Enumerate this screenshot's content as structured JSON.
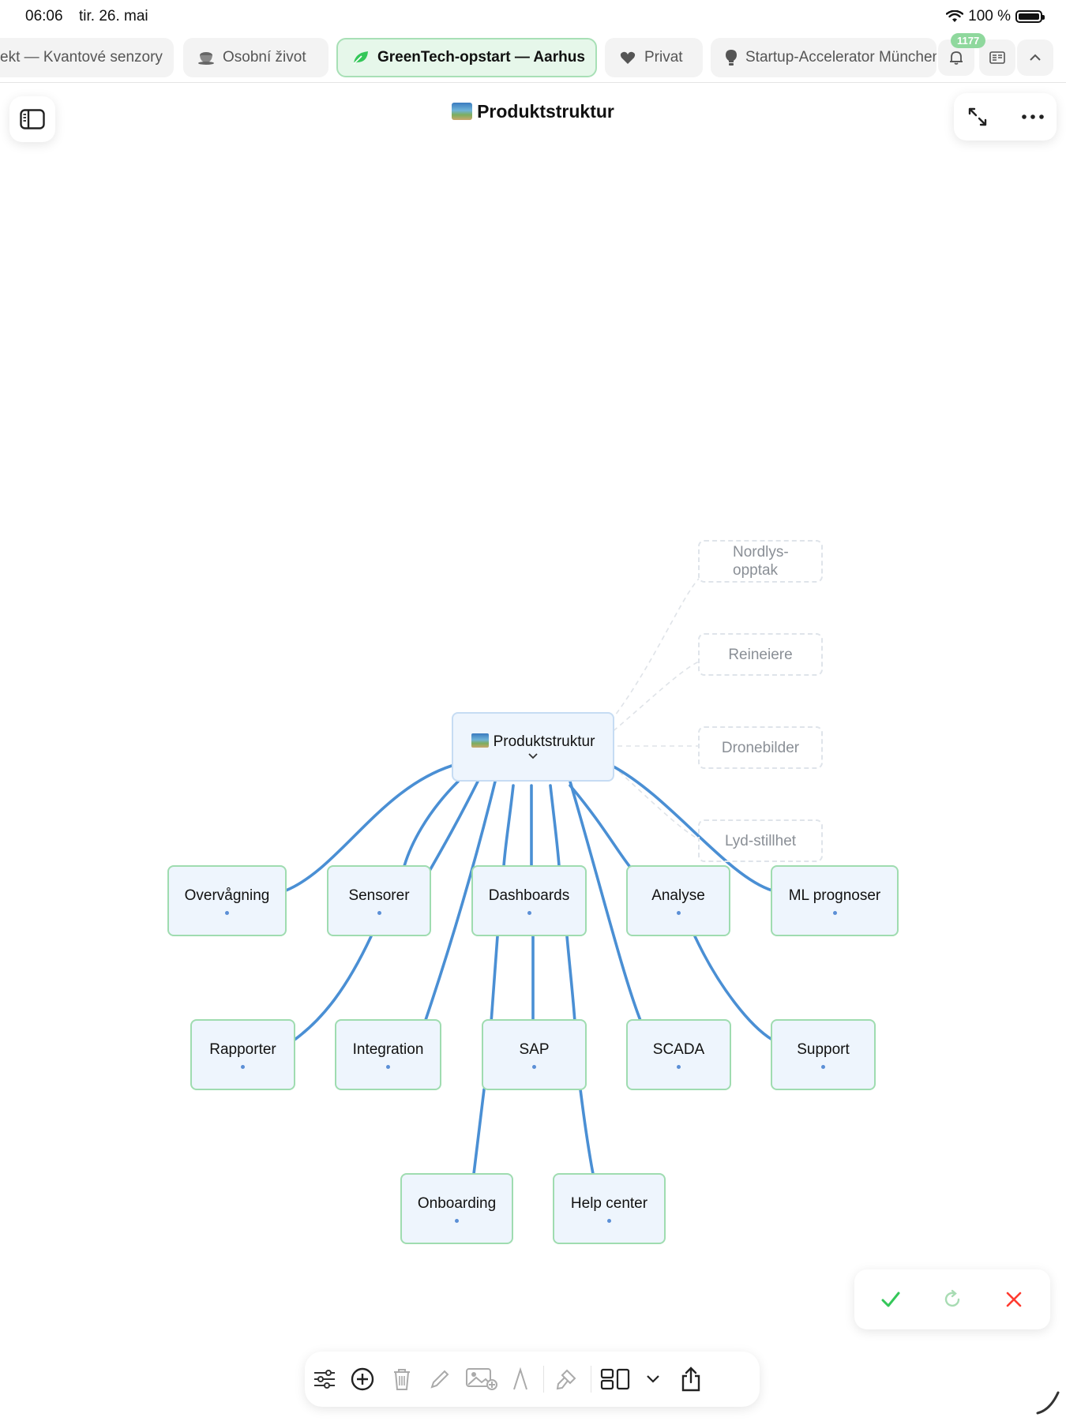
{
  "status": {
    "time": "06:06",
    "date": "tir. 26. mai",
    "battery": "100 %"
  },
  "tabs": [
    {
      "label": "ekt — Kvantové senzory",
      "icon": "none"
    },
    {
      "label": "Osobní život",
      "icon": "cup-icon"
    },
    {
      "label": "GreenTech-opstart — Aarhus",
      "icon": "leaf-icon",
      "active": true
    },
    {
      "label": "Privat",
      "icon": "heart-icon"
    },
    {
      "label": "Startup-Accelerator München",
      "icon": "lightbulb-icon"
    }
  ],
  "notifications": {
    "count": "1177"
  },
  "header": {
    "title": "Produktstruktur"
  },
  "mindmap": {
    "root": "Produktstruktur",
    "ghosts": {
      "g1": "Nordlys-\nopptak",
      "g2": "Reineiere",
      "g3": "Dronebilder",
      "g4": "Lyd-stillhet"
    },
    "nodes": {
      "overvagning": "Overvågning",
      "sensorer": "Sensorer",
      "dashboards": "Dashboards",
      "analyse": "Analyse",
      "ml": "ML prognoser",
      "rapporter": "Rapporter",
      "integration": "Integration",
      "sap": "SAP",
      "scada": "SCADA",
      "support": "Support",
      "onboarding": "Onboarding",
      "helpcenter": "Help center"
    }
  },
  "colors": {
    "accent": "#34c759",
    "edge": "#4a8fd4",
    "node_border": "#9fdcb0",
    "node_fill": "#eef5fd",
    "cancel": "#ff3b30"
  }
}
